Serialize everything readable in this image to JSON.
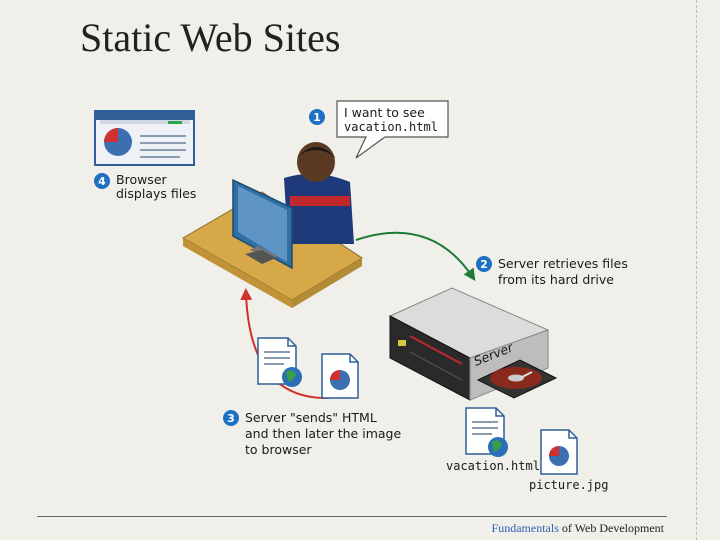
{
  "title": "Static Web Sites",
  "steps": {
    "s1": {
      "num": "1",
      "line1": "I want to see",
      "line2": "vacation.html"
    },
    "s2": {
      "num": "2",
      "line1": "Server retrieves files",
      "line2": "from its hard drive"
    },
    "s3": {
      "num": "3",
      "line1": "Server \"sends\" HTML",
      "line2": "and then later the image",
      "line3": "to browser"
    },
    "s4": {
      "num": "4",
      "line1": "Browser",
      "line2": "displays files"
    }
  },
  "server_label": "Server",
  "files": {
    "html": "vacation.html",
    "jpg": "picture.jpg"
  },
  "footer": {
    "highlight": "Fundamentals",
    "rest": " of Web Development"
  },
  "colors": {
    "badge": "#1f6fc4",
    "arrow_green": "#1f7a3a",
    "arrow_red": "#d0312d",
    "desk": "#d6a848",
    "monitor": "#2f6fa3"
  }
}
